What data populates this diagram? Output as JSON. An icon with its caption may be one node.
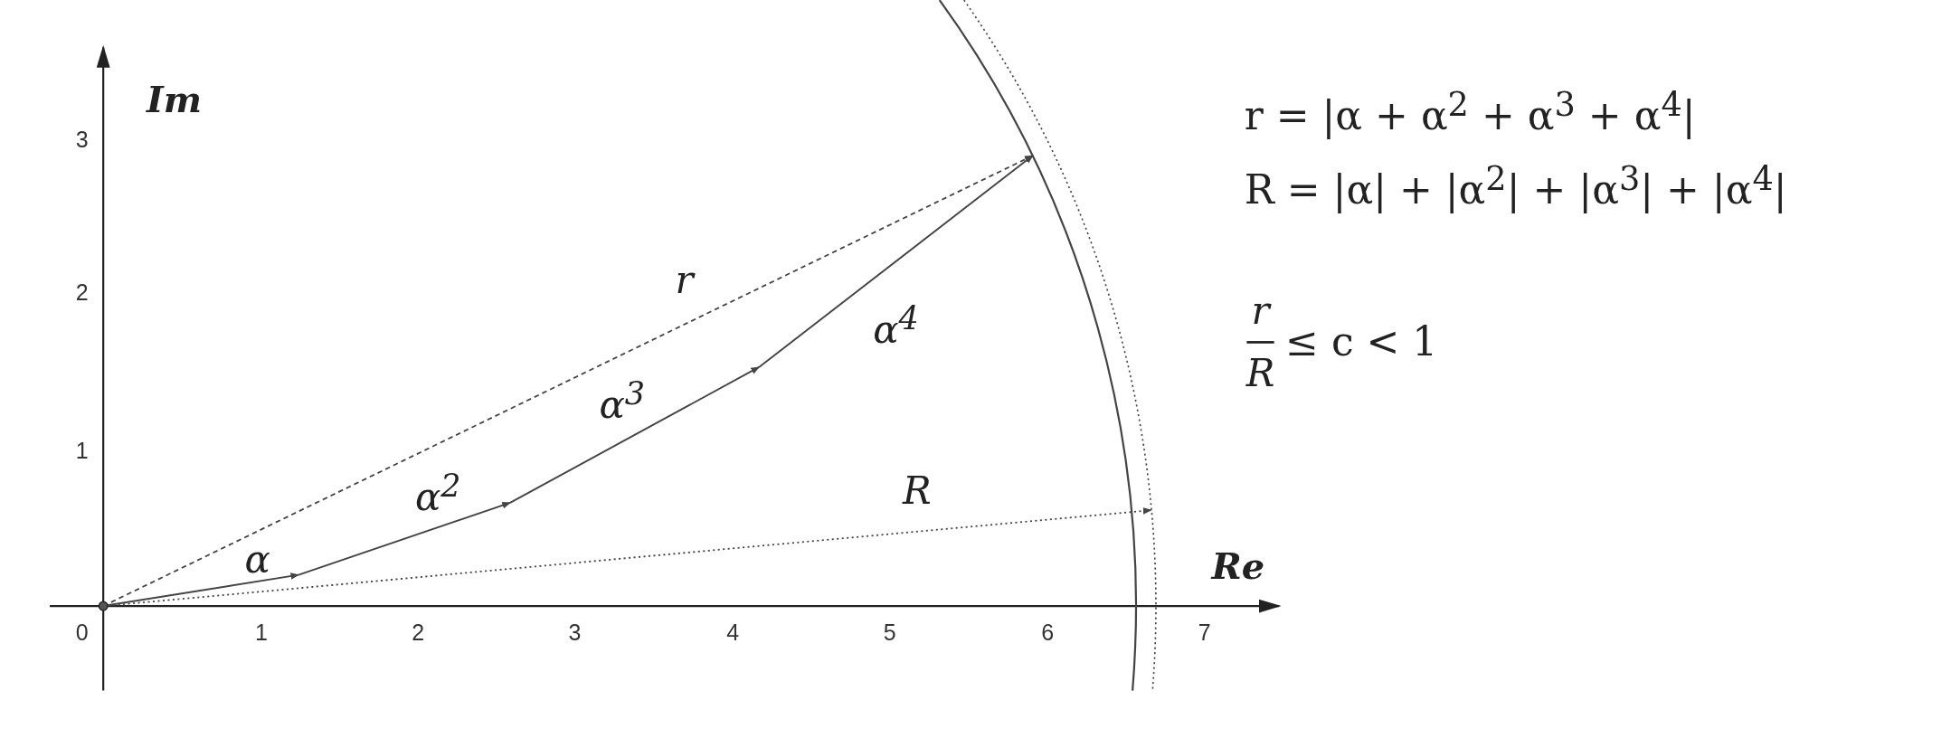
{
  "diagram": {
    "labels": [
      "Im",
      "3",
      "2",
      "r",
      "α$^{4}$",
      "α$^{3}$",
      "1",
      "α$^{2}$",
      "R",
      "α",
      "Re",
      "0",
      "1",
      "2",
      "3",
      "4",
      "5",
      "6",
      "7",
      "r = |α + α$^{2}$ + α$^{3}$ + α$^{4}$|",
      "R = |α| + |α$^{2}$| + |α$^{3}$| + |α$^{4}$|",
      "r",
      "R",
      "≤ c < 1"
    ]
  }
}
